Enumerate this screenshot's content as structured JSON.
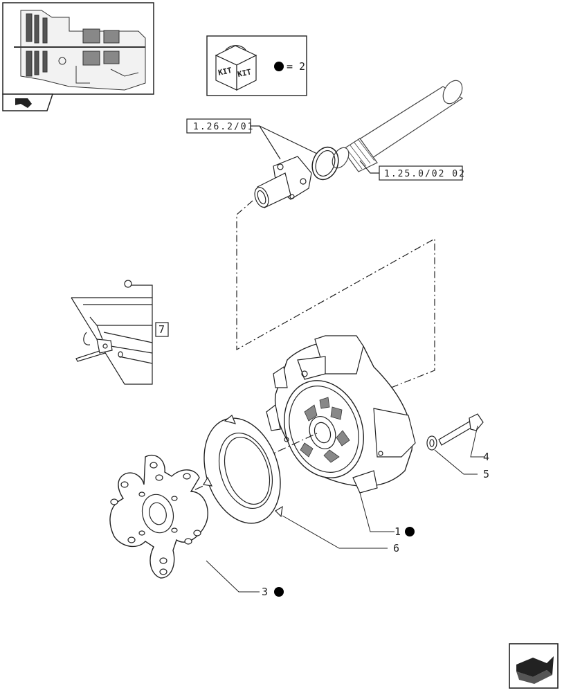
{
  "thumbnail": {
    "icon": "transmission-section-thumbnail",
    "nav_icon": "page-nav-arrow-icon"
  },
  "kit_box": {
    "icon_text_1": "KIT",
    "icon_text_2": "KIT",
    "equals_text": "= 2",
    "bullet_color": "#000000"
  },
  "references": {
    "ref_top": "1.26.2/01",
    "ref_right": "1.25.0/02 02",
    "ref_pedal": "7"
  },
  "callouts": {
    "c1": "1",
    "c3": "3",
    "c4": "4",
    "c5": "5",
    "c6": "6"
  },
  "bullet_note_color": "#000000",
  "nav_icon": "next-page-arrow-icon"
}
